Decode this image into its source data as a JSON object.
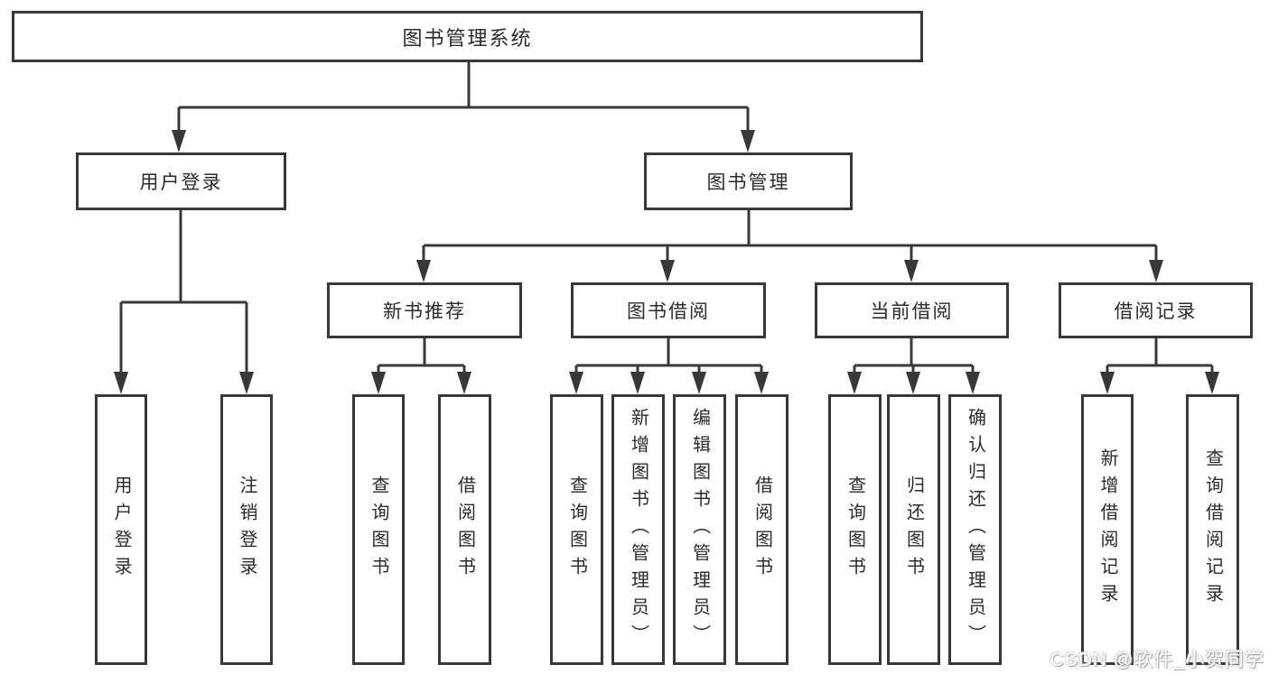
{
  "page": {
    "background": "#ffffff",
    "watermark": "CSDN @软件_小贺同学"
  },
  "colors": {
    "line": "#383838",
    "box_border": "#383838",
    "text": "#2b2b2b",
    "watermark_text": "#ffffff"
  },
  "nodes": {
    "root": {
      "label": "图书管理系统"
    },
    "level2": [
      {
        "label": "用户登录"
      },
      {
        "label": "图书管理"
      }
    ],
    "level3": [
      {
        "label": "新书推荐",
        "parent": "图书管理"
      },
      {
        "label": "图书借阅",
        "parent": "图书管理"
      },
      {
        "label": "当前借阅",
        "parent": "图书管理"
      },
      {
        "label": "借阅记录",
        "parent": "图书管理"
      }
    ],
    "leaves": [
      {
        "label": "用户登录",
        "parent": "用户登录"
      },
      {
        "label": "注销登录",
        "parent": "用户登录"
      },
      {
        "label": "查询图书",
        "parent": "新书推荐"
      },
      {
        "label": "借阅图书",
        "parent": "新书推荐"
      },
      {
        "label": "查询图书",
        "parent": "图书借阅"
      },
      {
        "label": "新增图书（管理员）",
        "parent": "图书借阅"
      },
      {
        "label": "编辑图书（管理员）",
        "parent": "图书借阅"
      },
      {
        "label": "借阅图书",
        "parent": "图书借阅"
      },
      {
        "label": "查询图书",
        "parent": "当前借阅"
      },
      {
        "label": "归还图书",
        "parent": "当前借阅"
      },
      {
        "label": "确认归还（管理员）",
        "parent": "当前借阅"
      },
      {
        "label": "新增借阅记录",
        "parent": "借阅记录"
      },
      {
        "label": "查询借阅记录",
        "parent": "借阅记录"
      }
    ]
  }
}
